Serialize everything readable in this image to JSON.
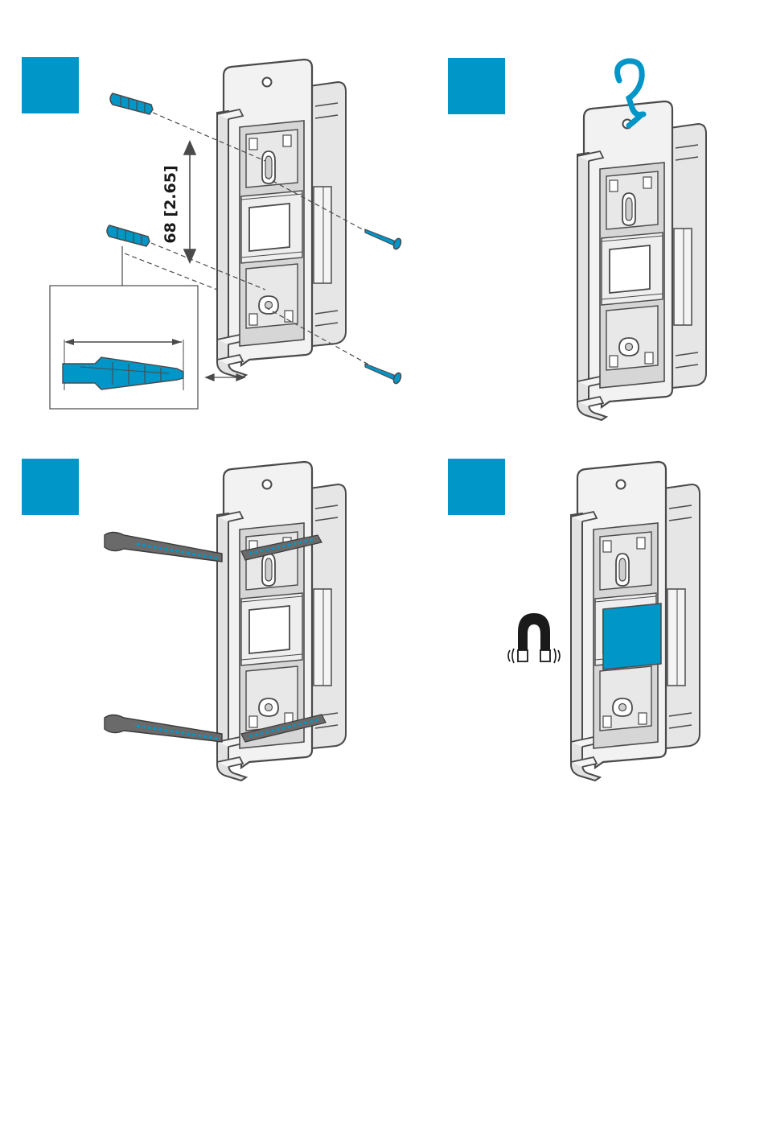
{
  "colors": {
    "accent": "#0096c8",
    "outline": "#4a4a4a",
    "bracket_fill": "#f2f2f2",
    "bracket_shade": "#d8d8d8",
    "inner_shade": "#c8c8c8",
    "dark_gray": "#6a6a6a"
  },
  "steps": [
    {
      "id": "step-1",
      "method": "screw-mount",
      "icon_names": [
        "wall-plug-icon",
        "screw-icon"
      ]
    },
    {
      "id": "step-2",
      "method": "hook-mount",
      "icon_names": [
        "hook-icon"
      ]
    },
    {
      "id": "step-3",
      "method": "cable-tie-mount",
      "icon_names": [
        "cable-tie-icon"
      ]
    },
    {
      "id": "step-4",
      "method": "magnet-mount",
      "icon_names": [
        "magnet-icon"
      ]
    }
  ],
  "dimension": {
    "label": "68 [2.65]"
  }
}
